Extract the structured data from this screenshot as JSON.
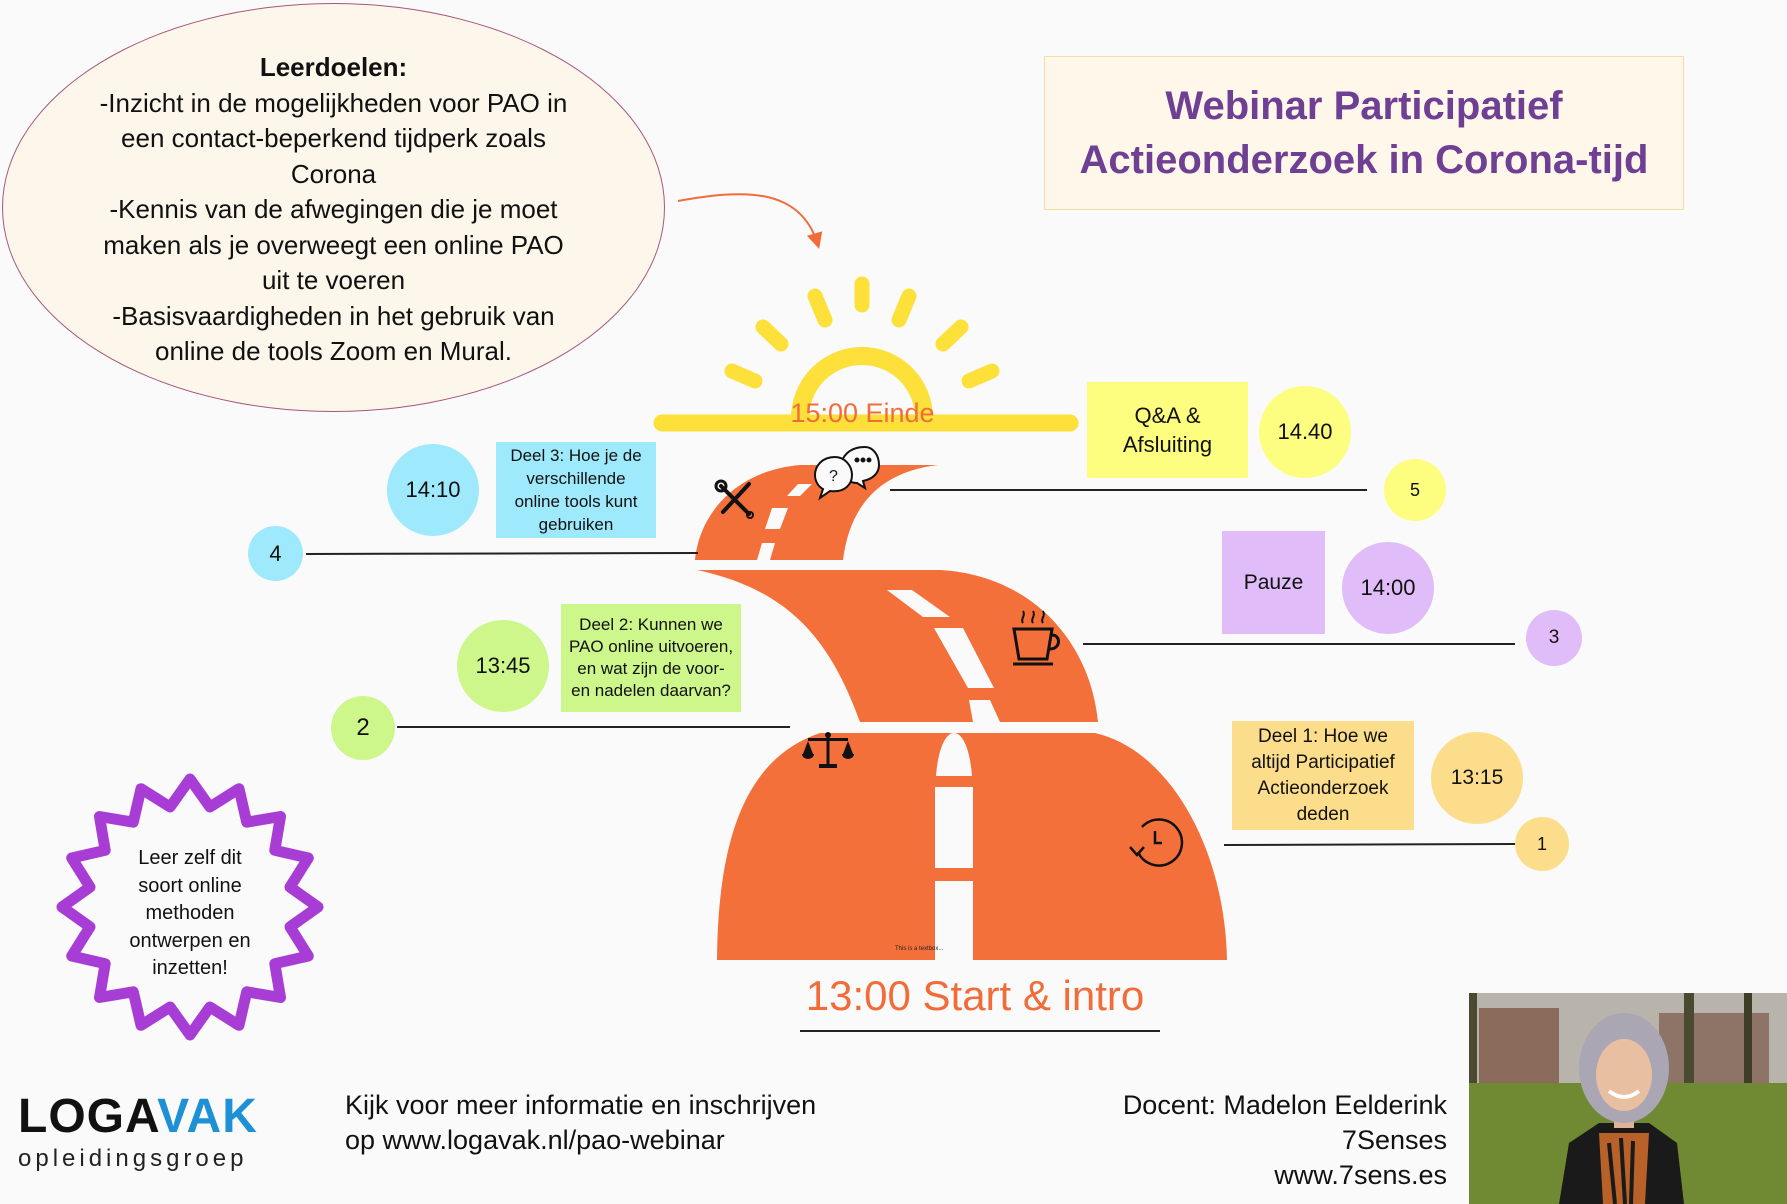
{
  "title": {
    "line1": "Webinar Participatief",
    "line2": "Actieonderzoek in Corona-tijd"
  },
  "learning_goals": {
    "title": "Leerdoelen:",
    "lines": [
      "-Inzicht in de mogelijkheden voor PAO in",
      "een contact-beperkend tijdperk zoals",
      "Corona",
      "-Kennis van de afwegingen die je moet",
      "maken als je overweegt een online PAO",
      "uit te voeren",
      "-Basisvaardigheden in het gebruik van",
      "online de tools Zoom en Mural."
    ]
  },
  "end_label": "15:00 Einde",
  "start_label": "13:00 Start & intro",
  "road_textbox": "This is a textbox...",
  "steps": [
    {
      "number": "1",
      "time": "13:15",
      "label": "Deel 1: Hoe we altijd Participatief Actieonderzoek deden",
      "icon": "clock-rewind-icon",
      "color": "#fcdd8b"
    },
    {
      "number": "2",
      "time": "13:45",
      "label": "Deel 2: Kunnen we PAO online uitvoeren, en wat zijn de voor- en nadelen daarvan?",
      "icon": "scales-icon",
      "color": "#cdf68b"
    },
    {
      "number": "3",
      "time": "14:00",
      "label": "Pauze",
      "icon": "coffee-cup-icon",
      "color": "#e0bdf9"
    },
    {
      "number": "4",
      "time": "14:10",
      "label": "Deel 3: Hoe je de verschillende online tools kunt gebruiken",
      "icon": "tools-icon",
      "color": "#9ee9fb"
    },
    {
      "number": "5",
      "time": "14.40",
      "label": "Q&A & Afsluiting",
      "icon": "chat-bubbles-icon",
      "color": "#fdfd7f"
    }
  ],
  "badge": {
    "lines": [
      "Leer zelf dit",
      "soort online",
      "methoden",
      "ontwerpen en",
      "inzetten!"
    ],
    "color": "#a83dd6"
  },
  "footer": {
    "logo_main_a": "LOGA",
    "logo_main_b": "VAK",
    "logo_sub": "opleidingsgroep",
    "info_line1": "Kijk voor meer informatie en inschrijven",
    "info_line2": "op www.logavak.nl/pao-webinar",
    "teacher_line1": "Docent: Madelon Eelderink",
    "teacher_line2": "7Senses",
    "teacher_line3": "www.7sens.es"
  },
  "colors": {
    "road": "#f4703a",
    "sun": "#fde03a",
    "title_text": "#6f3f94",
    "start_text": "#f26c3a"
  }
}
